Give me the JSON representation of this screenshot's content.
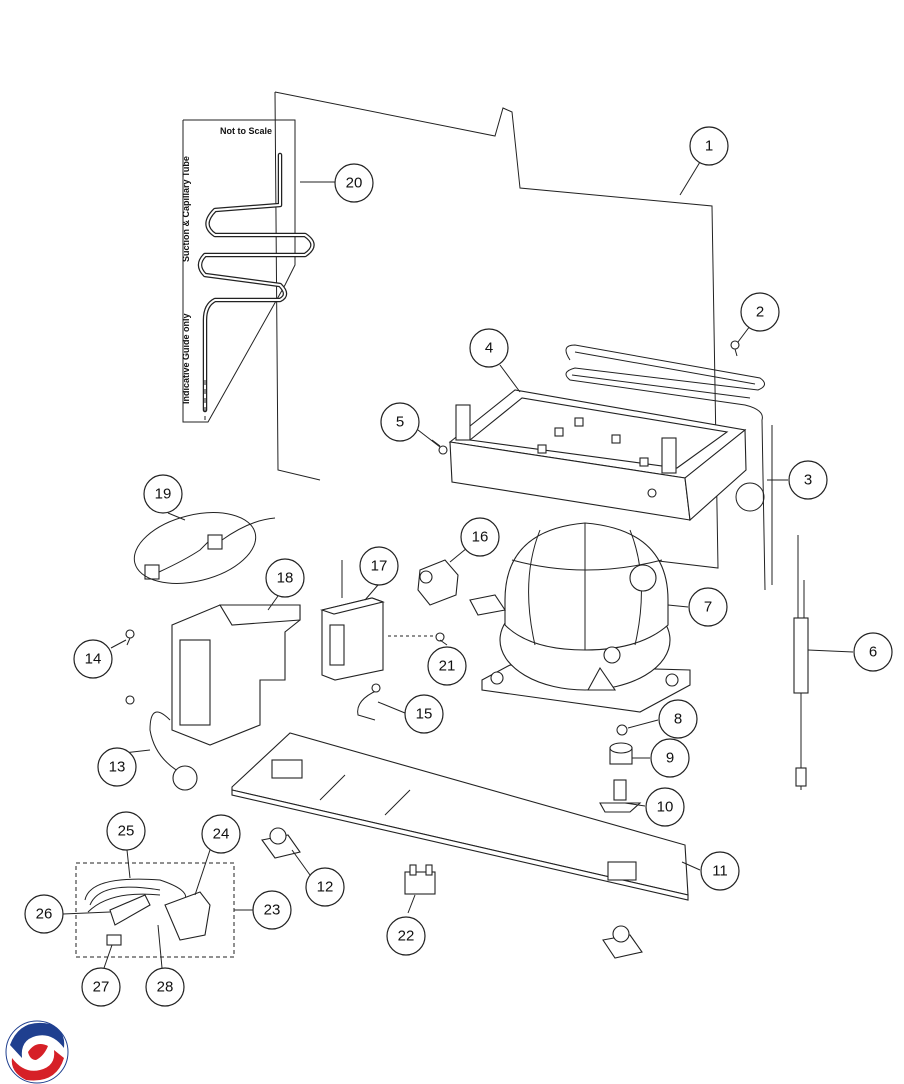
{
  "guide_panel": {
    "scale_note": "Not to Scale",
    "side_label_upper": "Suction & Capillary Tube",
    "side_label_lower": "Indicative Guide only"
  },
  "callouts": [
    {
      "id": "1",
      "label": "1"
    },
    {
      "id": "2",
      "label": "2"
    },
    {
      "id": "3",
      "label": "3"
    },
    {
      "id": "4",
      "label": "4"
    },
    {
      "id": "5",
      "label": "5"
    },
    {
      "id": "6",
      "label": "6"
    },
    {
      "id": "7",
      "label": "7"
    },
    {
      "id": "8",
      "label": "8"
    },
    {
      "id": "9",
      "label": "9"
    },
    {
      "id": "10",
      "label": "10"
    },
    {
      "id": "11",
      "label": "11"
    },
    {
      "id": "12",
      "label": "12"
    },
    {
      "id": "13",
      "label": "13"
    },
    {
      "id": "14",
      "label": "14"
    },
    {
      "id": "15",
      "label": "15"
    },
    {
      "id": "16",
      "label": "16"
    },
    {
      "id": "17",
      "label": "17"
    },
    {
      "id": "18",
      "label": "18"
    },
    {
      "id": "19",
      "label": "19"
    },
    {
      "id": "20",
      "label": "20"
    },
    {
      "id": "21",
      "label": "21"
    },
    {
      "id": "22",
      "label": "22"
    },
    {
      "id": "23",
      "label": "23"
    },
    {
      "id": "24",
      "label": "24"
    },
    {
      "id": "25",
      "label": "25"
    },
    {
      "id": "26",
      "label": "26"
    },
    {
      "id": "27",
      "label": "27"
    },
    {
      "id": "28",
      "label": "28"
    }
  ],
  "logo": {
    "colors": [
      "#1f3f8f",
      "#d62027"
    ]
  }
}
